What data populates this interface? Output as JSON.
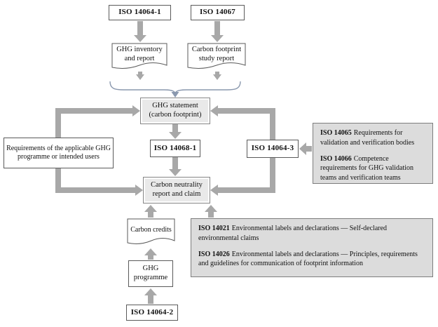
{
  "diagram_type": "flowchart",
  "topic": "ISO GHG standards — carbon footprint and carbon neutrality reporting",
  "colors": {
    "arrow": "#a8a8a8",
    "brace": "#8a98ae",
    "node_border": "#5a5a5a",
    "shaded_fill": "#e9e9e9",
    "info_fill": "#dcdcdc"
  },
  "nodes": {
    "iso_14064_1": {
      "label": "ISO 14064-1"
    },
    "iso_14067": {
      "label": "ISO 14067"
    },
    "ghg_inventory_report": {
      "label": "GHG inventory and report"
    },
    "carbon_footprint_study_report": {
      "label": "Carbon footprint study report"
    },
    "ghg_statement": {
      "label": "GHG statement (carbon footprint)"
    },
    "iso_14068_1": {
      "label": "ISO 14068-1"
    },
    "iso_14064_3": {
      "label": "ISO 14064-3"
    },
    "ghg_programme_requirements": {
      "label": "Requirements of the applicable GHG programme or intended users"
    },
    "carbon_neutrality_report": {
      "label": "Carbon neutrality report and claim"
    },
    "carbon_credits": {
      "label": "Carbon credits"
    },
    "ghg_programme": {
      "label": "GHG programme"
    },
    "iso_14064_2": {
      "label": "ISO 14064-2"
    }
  },
  "info_boxes": {
    "verification": {
      "items": [
        {
          "code": "ISO 14065",
          "text": "Requirements for validation and verification bodies"
        },
        {
          "code": "ISO 14066",
          "text": "Competence requirements for GHG validation teams and verification teams"
        }
      ]
    },
    "labels_declarations": {
      "items": [
        {
          "code": "ISO 14021",
          "text": "Environmental labels and declarations — Self-declared environmental claims"
        },
        {
          "code": "ISO 14026",
          "text": "Environmental labels and declarations — Principles, requirements and guidelines for communication of footprint information"
        }
      ]
    }
  },
  "edges": [
    {
      "from": "iso_14064_1",
      "to": "ghg_inventory_report"
    },
    {
      "from": "iso_14067",
      "to": "carbon_footprint_study_report"
    },
    {
      "from": "ghg_inventory_report",
      "to": "ghg_statement"
    },
    {
      "from": "carbon_footprint_study_report",
      "to": "ghg_statement"
    },
    {
      "from": "ghg_statement",
      "to": "iso_14068_1"
    },
    {
      "from": "iso_14068_1",
      "to": "carbon_neutrality_report"
    },
    {
      "from": "ghg_programme_requirements",
      "to": "ghg_statement"
    },
    {
      "from": "ghg_programme_requirements",
      "to": "carbon_neutrality_report"
    },
    {
      "from": "iso_14064_3",
      "to": "ghg_statement"
    },
    {
      "from": "iso_14064_3",
      "to": "carbon_neutrality_report"
    },
    {
      "from": "verification",
      "to": "iso_14064_3"
    },
    {
      "from": "carbon_credits",
      "to": "carbon_neutrality_report"
    },
    {
      "from": "labels_declarations",
      "to": "carbon_neutrality_report"
    },
    {
      "from": "ghg_programme",
      "to": "carbon_credits"
    },
    {
      "from": "iso_14064_2",
      "to": "ghg_programme"
    }
  ]
}
